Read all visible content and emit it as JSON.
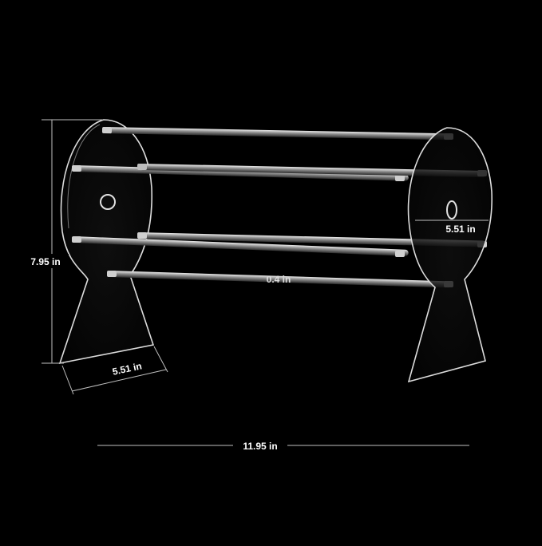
{
  "dimensions": {
    "height": "7.95 in",
    "base_depth": "5.51 in",
    "end_width": "5.51 in",
    "rod_diameter": "0.4 in",
    "length": "11.95 in"
  },
  "colors": {
    "background": "#000000",
    "acrylic_edge": "#dcdcdc",
    "rod_highlight": "#e6e6e6",
    "rod_shadow": "#3a3a3a",
    "dimension_line": "#bfbfbf",
    "label_text": "#ffffff"
  }
}
